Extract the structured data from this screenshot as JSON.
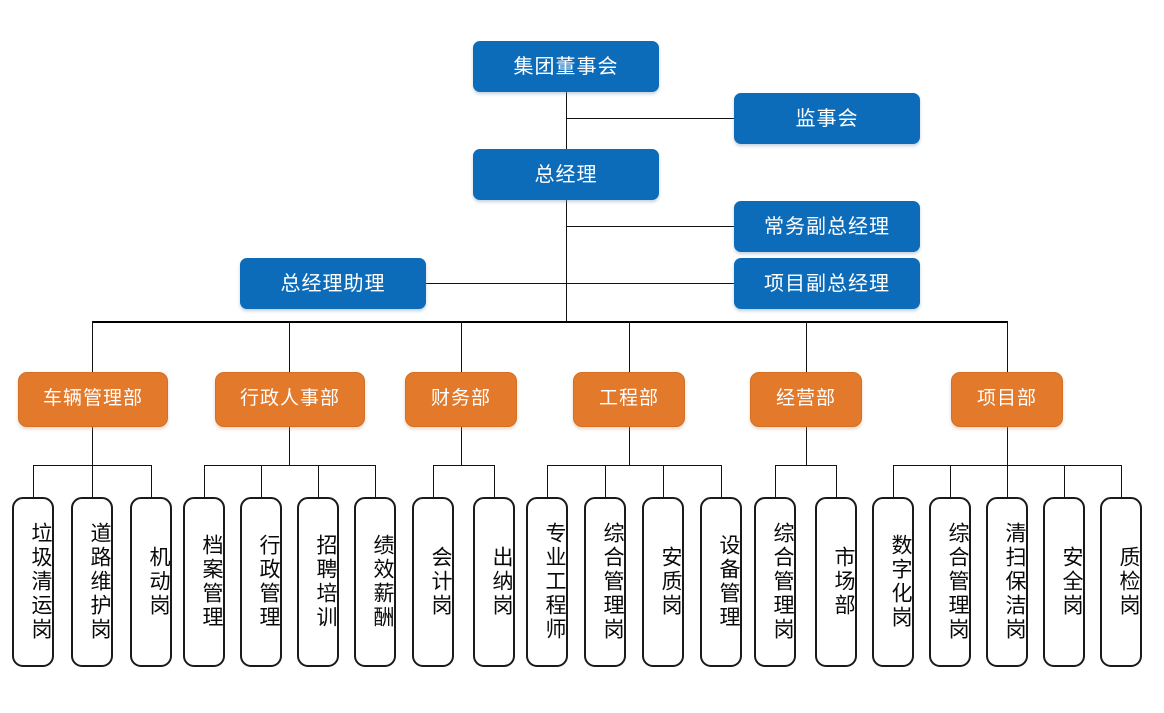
{
  "chart": {
    "type": "org-chart",
    "title": "",
    "colors": {
      "executive_blue": "#0d6cba",
      "department_orange": "#e3792b",
      "leaf_border": "#1a1a1a",
      "line": "#131313",
      "background": "#ffffff"
    }
  },
  "executive": {
    "board": {
      "label": "集团董事会"
    },
    "supervisory": {
      "label": "监事会"
    },
    "general_manager": {
      "label": "总经理"
    },
    "exec_deputy_gm": {
      "label": "常务副总经理"
    },
    "project_deputy_gm": {
      "label": "项目副总经理"
    },
    "gm_assistant": {
      "label": "总经理助理"
    }
  },
  "departments": [
    {
      "label": "车辆管理部",
      "positions": [
        {
          "label": "垃圾清运岗"
        },
        {
          "label": "道路维护岗"
        },
        {
          "label": "机动岗"
        }
      ]
    },
    {
      "label": "行政人事部",
      "positions": [
        {
          "label": "档案管理"
        },
        {
          "label": "行政管理"
        },
        {
          "label": "招聘培训"
        },
        {
          "label": "绩效薪酬"
        }
      ]
    },
    {
      "label": "财务部",
      "positions": [
        {
          "label": "会计岗"
        },
        {
          "label": "出纳岗"
        }
      ]
    },
    {
      "label": "工程部",
      "positions": [
        {
          "label": "专业工程师"
        },
        {
          "label": "综合管理岗"
        },
        {
          "label": "安质岗"
        },
        {
          "label": "设备管理"
        }
      ]
    },
    {
      "label": "经营部",
      "positions": [
        {
          "label": "综合管理岗"
        },
        {
          "label": "市场部"
        }
      ]
    },
    {
      "label": "项目部",
      "positions": [
        {
          "label": "数字化岗"
        },
        {
          "label": "综合管理岗"
        },
        {
          "label": "清扫保洁岗"
        },
        {
          "label": "安全岗"
        },
        {
          "label": "质检岗"
        }
      ]
    }
  ]
}
